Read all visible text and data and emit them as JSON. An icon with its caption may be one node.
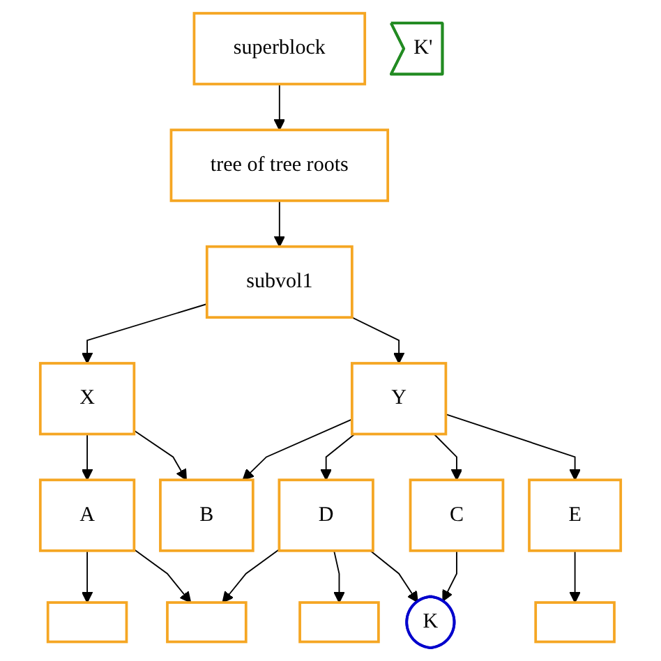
{
  "diagram": {
    "nodes": [
      {
        "text": [
          "superblock"
        ]
      },
      {
        "text": [
          "tree of tree roots"
        ]
      },
      {
        "text": [
          "subvol1"
        ]
      },
      {
        "text": [
          "X"
        ]
      },
      {
        "text": [
          "Y"
        ]
      },
      {
        "text": [
          "A"
        ]
      },
      {
        "text": [
          "B"
        ]
      },
      {
        "text": [
          "D"
        ]
      },
      {
        "text": [
          "C"
        ]
      },
      {
        "text": [
          "E"
        ]
      },
      {
        "text": [],
        "shape": "box"
      },
      {
        "text": [],
        "shape": "box"
      },
      {
        "text": [],
        "shape": "box"
      },
      {
        "text": [
          "K"
        ]
      },
      {
        "text": [],
        "shape": "box"
      },
      {
        "text": [
          "K'"
        ]
      }
    ],
    "edges": [
      {
        "from": 0,
        "to": 1,
        "arrow": "to"
      },
      {
        "from": 1,
        "to": 2,
        "arrow": "to"
      },
      {
        "from": 2,
        "to": 3,
        "arrow": "to"
      },
      {
        "from": 2,
        "to": 4,
        "arrow": "to"
      },
      {
        "from": 3,
        "to": 5,
        "arrow": "to"
      },
      {
        "from": 3,
        "to": 6,
        "arrow": "to"
      },
      {
        "from": 4,
        "to": 6,
        "arrow": "to"
      },
      {
        "from": 4,
        "to": 7,
        "arrow": "to"
      },
      {
        "from": 4,
        "to": 8,
        "arrow": "to"
      },
      {
        "from": 4,
        "to": 9,
        "arrow": "to"
      },
      {
        "from": 5,
        "to": 10,
        "arrow": "to"
      },
      {
        "from": 5,
        "to": 11,
        "arrow": "to"
      },
      {
        "from": 7,
        "to": 11,
        "arrow": "to"
      },
      {
        "from": 7,
        "to": 12,
        "arrow": "to"
      },
      {
        "from": 7,
        "to": 13,
        "arrow": "to"
      },
      {
        "from": 8,
        "to": 13,
        "arrow": "to"
      },
      {
        "from": 9,
        "to": 14,
        "arrow": "to"
      }
    ]
  }
}
